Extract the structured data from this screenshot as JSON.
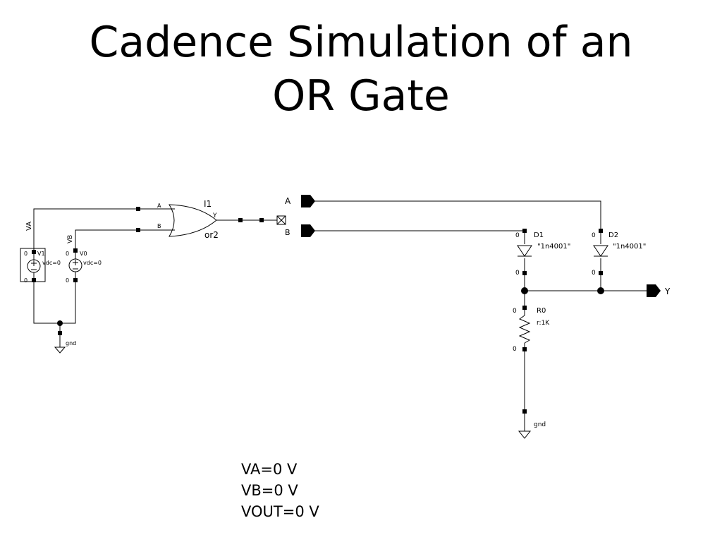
{
  "title": {
    "line1": "Cadence Simulation of an",
    "line2": "OR Gate"
  },
  "schematic": {
    "source_va": {
      "name": "VA",
      "instance": "V1",
      "param": "vdc=0",
      "plus_node": "0",
      "minus_node": "0"
    },
    "source_vb": {
      "name": "VB",
      "instance": "V0",
      "param": "vdc=0",
      "plus_node": "0",
      "minus_node": "0"
    },
    "ground_left": "gnd",
    "gate": {
      "instance": "I1",
      "cell": "or2",
      "pin_a": "A",
      "pin_b": "B",
      "pin_y": "Y"
    },
    "port_a": "A",
    "port_b": "B",
    "port_y": "Y",
    "diode_d1": {
      "instance": "D1",
      "model": "\"1n4001\"",
      "node_top": "0",
      "node_bottom": "0"
    },
    "diode_d2": {
      "instance": "D2",
      "model": "\"1n4001\"",
      "node_top": "0",
      "node_bottom": "0"
    },
    "resistor": {
      "instance": "R0",
      "value": "r:1K",
      "node_top": "0",
      "node_bottom": "0"
    },
    "ground_right": "gnd"
  },
  "results": {
    "va": "VA=0 V",
    "vb": "VB=0 V",
    "vout": "VOUT=0 V"
  }
}
